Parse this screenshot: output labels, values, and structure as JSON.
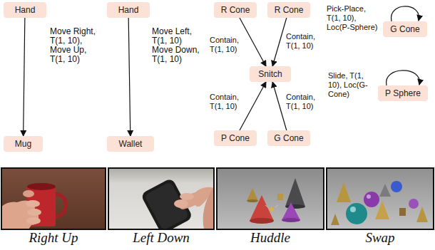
{
  "diagram": {
    "nodes": [
      {
        "text": [
          "Hand"
        ]
      },
      {
        "text": [
          "Mug"
        ]
      },
      {
        "text": [
          "Hand"
        ]
      },
      {
        "text": [
          "Wallet"
        ]
      },
      {
        "text": [
          "R Cone"
        ]
      },
      {
        "text": [
          "R Cone"
        ]
      },
      {
        "text": [
          "Snitch"
        ]
      },
      {
        "text": [
          "P Cone"
        ]
      },
      {
        "text": [
          "G Cone"
        ]
      },
      {
        "text": [
          "G Cone"
        ]
      },
      {
        "text": [
          "P Sphere"
        ]
      }
    ],
    "edges": [
      {
        "from": 0,
        "to": 1,
        "arrow": "to",
        "label": "Move Right, T(1, 10), Move Up, T(1, 10)"
      },
      {
        "from": 2,
        "to": 3,
        "arrow": "to",
        "label": "Move Left, T(1, 10) Move Down, T(1, 10)"
      },
      {
        "from": 4,
        "to": 6,
        "arrow": "to",
        "label": "Contain, T(1, 10)"
      },
      {
        "from": 5,
        "to": 6,
        "arrow": "to",
        "label": "Contain, T(1, 10)"
      },
      {
        "from": 7,
        "to": 6,
        "arrow": "to",
        "label": "Contain, T(1, 10)"
      },
      {
        "from": 8,
        "to": 6,
        "arrow": "to",
        "label": "Contain, T(1, 10)"
      },
      {
        "from": 9,
        "to": 9,
        "arrow": "to",
        "label": "Pick-Place, T(1, 10), Loc(P-Sphere)"
      },
      {
        "from": 10,
        "to": 10,
        "arrow": "to",
        "label": "Slide, T(1, 10), Loc(G-Cone)"
      }
    ],
    "labels": [
      "Right Up",
      "Left Down",
      "Huddle",
      "Swap"
    ]
  }
}
